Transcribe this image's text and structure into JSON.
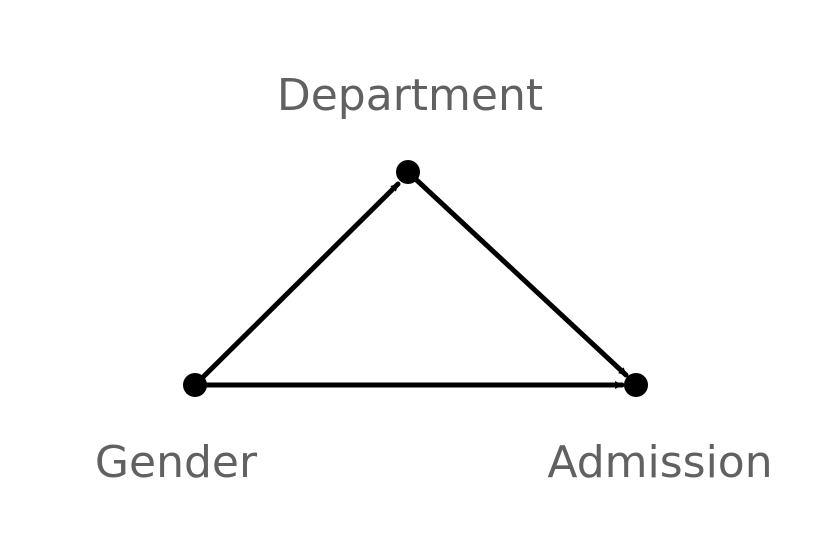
{
  "diagram": {
    "nodes": [
      {
        "id": "department",
        "label": "Department"
      },
      {
        "id": "gender",
        "label": "Gender"
      },
      {
        "id": "admission",
        "label": "Admission"
      }
    ],
    "edges": [
      {
        "from": "gender",
        "to": "department"
      },
      {
        "from": "department",
        "to": "admission"
      },
      {
        "from": "gender",
        "to": "admission"
      }
    ],
    "colors": {
      "edge": "#000000",
      "node": "#000000",
      "label": "#616161",
      "background": "#ffffff"
    }
  }
}
